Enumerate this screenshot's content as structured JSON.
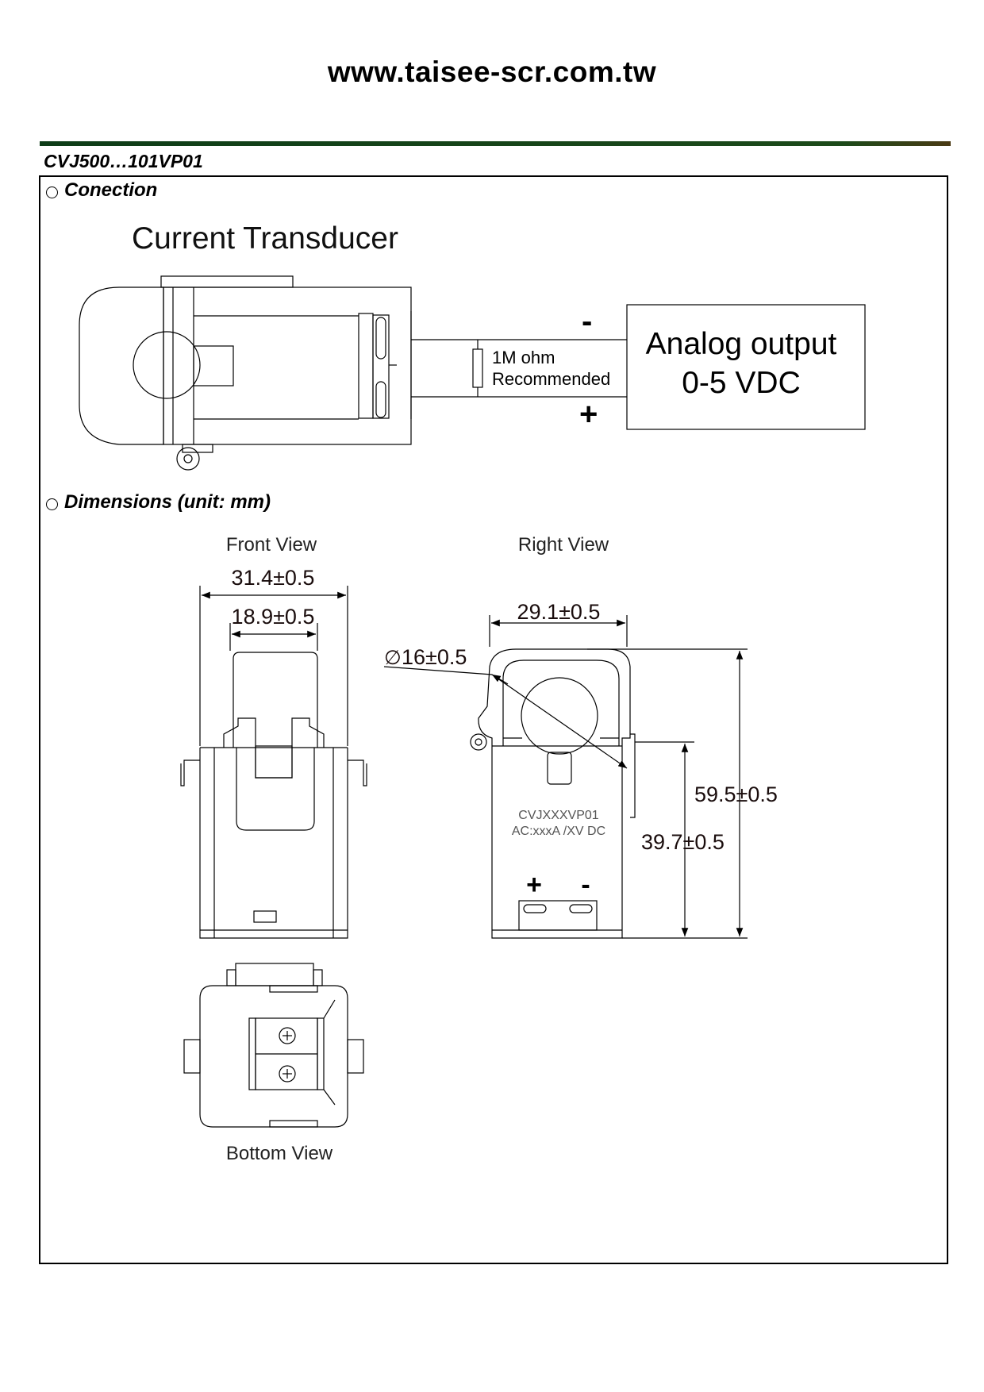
{
  "header": {
    "website": "www.taisee-scr.com.tw",
    "model": "CVJ500…101VP01"
  },
  "sections": {
    "connection": "Conection",
    "dimensions": "Dimensions (unit: mm)"
  },
  "connection_diagram": {
    "title": "Current Transducer",
    "minus": "-",
    "plus": "+",
    "resistor_line1": "1M ohm",
    "resistor_line2": "Recommended",
    "output_line1": "Analog output",
    "output_line2": "0-5 VDC"
  },
  "views": {
    "front": "Front View",
    "right": "Right View",
    "bottom": "Bottom View"
  },
  "dimensions": {
    "front_width_outer": "31.4±0.5",
    "front_width_inner": "18.9±0.5",
    "right_width": "29.1±0.5",
    "hole_diameter": "16±0.5",
    "diameter_symbol": "∅",
    "total_height": "59.5±0.5",
    "body_height": "39.7±0.5"
  },
  "label_text": {
    "line1": "CVJXXXVP01",
    "line2": "AC:xxxA /XV DC",
    "plus": "+",
    "minus": "-"
  }
}
